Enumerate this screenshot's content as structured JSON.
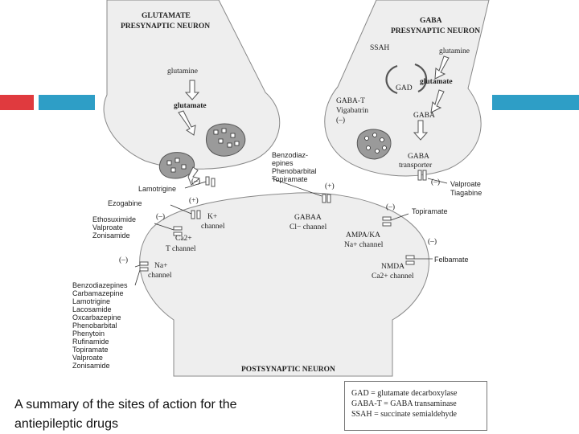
{
  "slide": {
    "accent_red": "#e03a3e",
    "accent_teal": "#2e9ec6",
    "caption_line1": "A summary of the sites of action for the",
    "caption_line2": "antiepileptic drugs"
  },
  "diagram": {
    "glutamate_title_1": "GLUTAMATE",
    "glutamate_title_2": "PRESYNAPTIC NEURON",
    "glutamine_left": "glutamine",
    "glutamate_left": "glutamate",
    "gaba_title_1": "GABA",
    "gaba_title_2": "PRESYNAPTIC NEURON",
    "ssah": "SSAH",
    "glutamine_right": "glutamine",
    "glutamate_right": "glutamate",
    "gad": "GAD",
    "gaba_t_1": "GABA-T",
    "gaba_t_2": "Vigabatrin",
    "gaba_t_3": "(–)",
    "gaba": "GABA",
    "gaba_transporter_1": "GABA",
    "gaba_transporter_2": "transporter",
    "benzo_1": "Benzodiaz-",
    "benzo_2": "epines",
    "benzo_3": "Phenobarbital",
    "benzo_4": "Topiramate",
    "plus_sign": "(+)",
    "minus_left_top": "(–)",
    "lamotrigine": "Lamotrigine",
    "valproate_right": "Valproate",
    "tiagabine": "Tiagabine",
    "minus_right_top": "(–)",
    "ezogabine": "Ezogabine",
    "plus_ezo": "(+)",
    "k_channel_1": "K+",
    "k_channel_2": "channel",
    "minus_ethos": "(–)",
    "ethos_1": "Ethosuximide",
    "ethos_2": "Valproate",
    "ethos_3": "Zonisamide",
    "ca_t_1": "Ca2+",
    "ca_t_2": "T channel",
    "gaba_a_1": "GABAA",
    "gaba_a_2": "Cl− channel",
    "minus_topiramate": "(–)",
    "topiramate_right": "Topiramate",
    "ampa_1": "AMPA/KA",
    "ampa_2": "Na+ channel",
    "minus_felbamate": "(–)",
    "felbamate": "Felbamate",
    "nmda_1": "NMDA",
    "nmda_2": "Ca2+ channel",
    "minus_na": "(–)",
    "na_1": "Na+",
    "na_2": "channel",
    "drugs": [
      "Benzodiazepines",
      "Carbamazepine",
      "Lamotrigine",
      "Lacosamide",
      "Oxcarbazepine",
      "Phenobarbital",
      "Phenytoin",
      "Rufinamide",
      "Topiramate",
      "Valproate",
      "Zonisamide"
    ],
    "postsynaptic": "POSTSYNAPTIC NEURON"
  },
  "legend": {
    "line1": "GAD = glutamate decarboxylase",
    "line2": "GABA-T = GABA transaminase",
    "line3": "SSAH = succinate semialdehyde"
  }
}
